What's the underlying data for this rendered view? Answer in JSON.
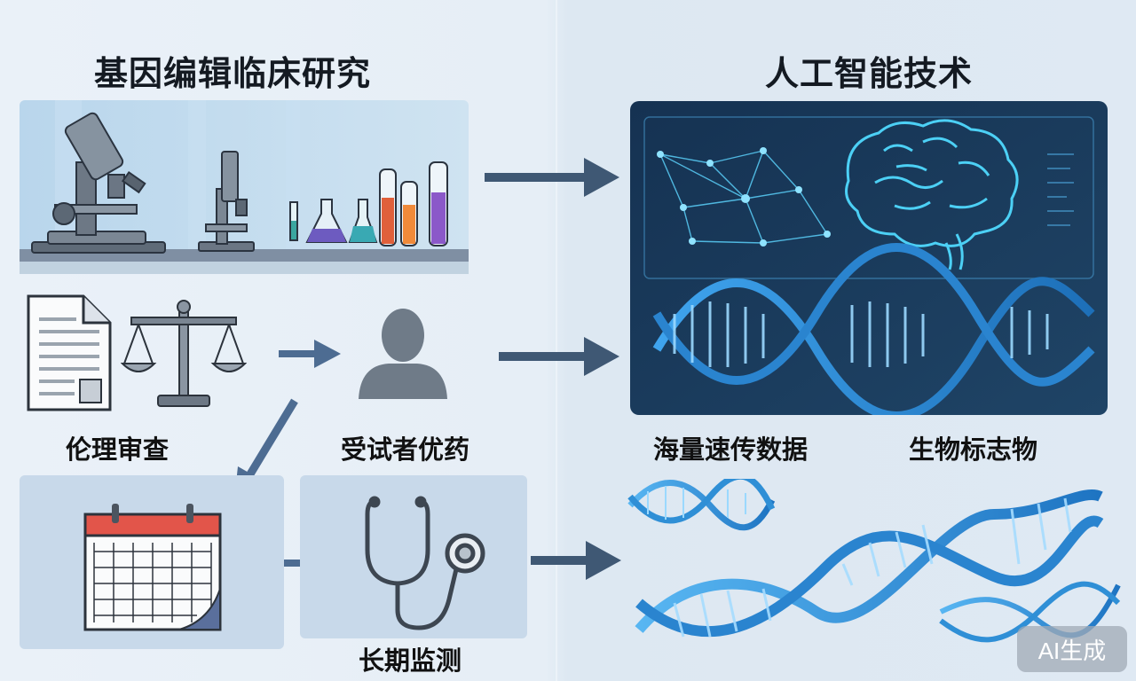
{
  "titles": {
    "left": "基因编辑临床研究",
    "right": "人工智能技术"
  },
  "labels": {
    "ethics_review": "伦理审查",
    "subject_priority": "受试者优药",
    "long_term_monitoring": "长期监测",
    "massive_data": "海量速传数据",
    "biomarkers": "生物标志物"
  },
  "watermark": "AI生成",
  "icons": [
    "microscope-icon",
    "flask-icon",
    "test-tube-icon",
    "document-icon",
    "scale-icon",
    "person-silhouette-icon",
    "calendar-icon",
    "stethoscope-icon",
    "brain-icon",
    "neural-network-icon",
    "dna-helix-icon"
  ],
  "colors": {
    "arrow": "#3f5874",
    "accent_blue": "#2f8fd6",
    "dark_panel": "#1c3a5b"
  }
}
